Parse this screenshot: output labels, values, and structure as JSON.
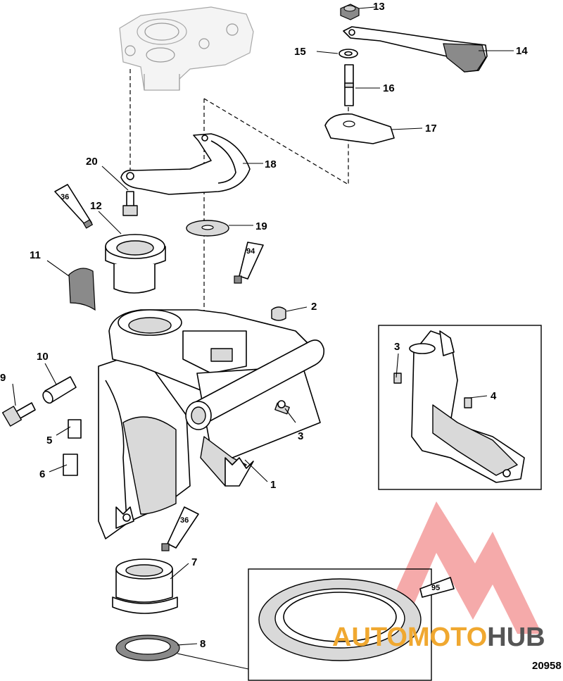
{
  "diagram": {
    "figure_number": "20958",
    "callouts": [
      {
        "label": "1",
        "part": "swivel-bracket"
      },
      {
        "label": "2",
        "part": "cap"
      },
      {
        "label": "3",
        "part": "grease-fitting"
      },
      {
        "label": "4",
        "part": "grease-fitting-inset"
      },
      {
        "label": "5",
        "part": "pad"
      },
      {
        "label": "6",
        "part": "pad"
      },
      {
        "label": "7",
        "part": "lower-bushing"
      },
      {
        "label": "8",
        "part": "seal"
      },
      {
        "label": "9",
        "part": "bolt"
      },
      {
        "label": "10",
        "part": "sleeve"
      },
      {
        "label": "11",
        "part": "bushing-insert"
      },
      {
        "label": "12",
        "part": "upper-bushing"
      },
      {
        "label": "13",
        "part": "nut"
      },
      {
        "label": "14",
        "part": "tilt-lock-lever"
      },
      {
        "label": "15",
        "part": "washer"
      },
      {
        "label": "16",
        "part": "pin"
      },
      {
        "label": "17",
        "part": "cam"
      },
      {
        "label": "18",
        "part": "steering-arm-bracket"
      },
      {
        "label": "19",
        "part": "washer"
      },
      {
        "label": "20",
        "part": "bolt"
      }
    ],
    "lubricant_tubes": [
      {
        "label": "36",
        "position": "upper-bushing"
      },
      {
        "label": "94",
        "position": "swivel-bracket"
      },
      {
        "label": "36",
        "position": "lower-bushing"
      },
      {
        "label": "95",
        "position": "seal-detail"
      }
    ]
  },
  "watermark": {
    "text_prefix": "AUTO",
    "text_middle": "MOTO",
    "text_suffix": "HUB",
    "color_primary": "#f0a830",
    "color_secondary": "#555555",
    "triangle_color": "#f39b9b"
  }
}
